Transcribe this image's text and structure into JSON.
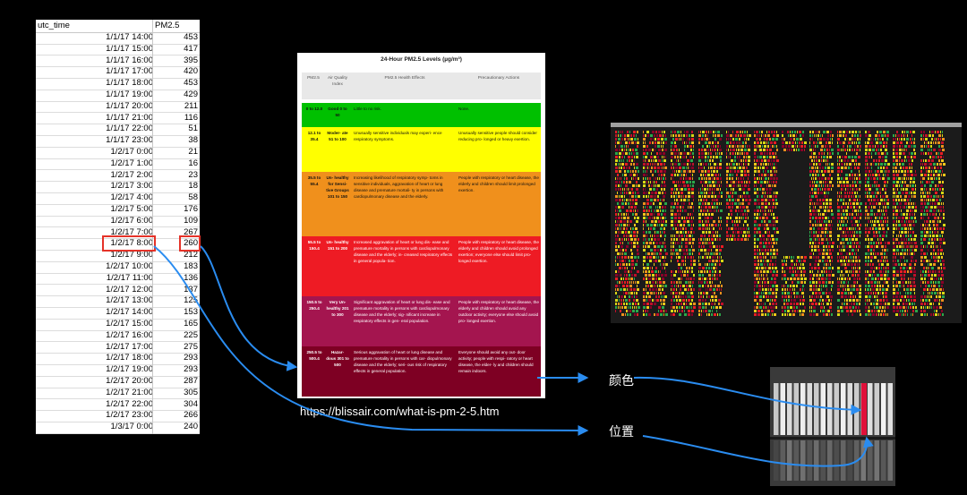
{
  "spreadsheet": {
    "headers": {
      "time": "utc_time",
      "value": "PM2.5"
    },
    "rows": [
      {
        "time": "1/1/17 14:00",
        "value": "453"
      },
      {
        "time": "1/1/17 15:00",
        "value": "417"
      },
      {
        "time": "1/1/17 16:00",
        "value": "395"
      },
      {
        "time": "1/1/17 17:00",
        "value": "420"
      },
      {
        "time": "1/1/17 18:00",
        "value": "453"
      },
      {
        "time": "1/1/17 19:00",
        "value": "429"
      },
      {
        "time": "1/1/17 20:00",
        "value": "211"
      },
      {
        "time": "1/1/17 21:00",
        "value": "116"
      },
      {
        "time": "1/1/17 22:00",
        "value": "51"
      },
      {
        "time": "1/1/17 23:00",
        "value": "38"
      },
      {
        "time": "1/2/17 0:00",
        "value": "21"
      },
      {
        "time": "1/2/17 1:00",
        "value": "16"
      },
      {
        "time": "1/2/17 2:00",
        "value": "23"
      },
      {
        "time": "1/2/17 3:00",
        "value": "18"
      },
      {
        "time": "1/2/17 4:00",
        "value": "58"
      },
      {
        "time": "1/2/17 5:00",
        "value": "176"
      },
      {
        "time": "1/2/17 6:00",
        "value": "109"
      },
      {
        "time": "1/2/17 7:00",
        "value": "267"
      },
      {
        "time": "1/2/17 8:00",
        "value": "260"
      },
      {
        "time": "1/2/17 9:00",
        "value": "212"
      },
      {
        "time": "1/2/17 10:00",
        "value": "183"
      },
      {
        "time": "1/2/17 11:00",
        "value": "136"
      },
      {
        "time": "1/2/17 12:00",
        "value": "137"
      },
      {
        "time": "1/2/17 13:00",
        "value": "125"
      },
      {
        "time": "1/2/17 14:00",
        "value": "153"
      },
      {
        "time": "1/2/17 15:00",
        "value": "165"
      },
      {
        "time": "1/2/17 16:00",
        "value": "225"
      },
      {
        "time": "1/2/17 17:00",
        "value": "275"
      },
      {
        "time": "1/2/17 18:00",
        "value": "293"
      },
      {
        "time": "1/2/17 19:00",
        "value": "293"
      },
      {
        "time": "1/2/17 20:00",
        "value": "287"
      },
      {
        "time": "1/2/17 21:00",
        "value": "305"
      },
      {
        "time": "1/2/17 22:00",
        "value": "304"
      },
      {
        "time": "1/2/17 23:00",
        "value": "266"
      },
      {
        "time": "1/3/17 0:00",
        "value": "240"
      }
    ],
    "highlighted_row": 18
  },
  "aqi_table": {
    "title": "24-Hour PM2.5 Levels (µg/m³)",
    "headers": [
      "PM2.5",
      "Air Quality Index",
      "PM2.5 Health Effects",
      "Precautionary Actions"
    ],
    "bands": [
      {
        "pm": "0 to 12.0",
        "aqi": "Good 0 to 50",
        "effects": "Little to no risk.",
        "actions": "None.",
        "color": "#00c000",
        "text_white": false
      },
      {
        "pm": "12.1 to 35.4",
        "aqi": "Moder- ate 51 to 100",
        "effects": "Unusually sensitive individuals may experi- ence respiratory symptoms.",
        "actions": "Unusually sensitive people should consider reducing pro- longed or heavy exertion.",
        "color": "#ffff00",
        "text_white": false
      },
      {
        "pm": "35.5 to 55.4",
        "aqi": "Un- healthy for Sensi- tive Groups 101 to 150",
        "effects": "Increasing likelihood of respiratory symp- toms in sensitive individuals, aggravation of heart or lung disease and premature mortali- ty in persons with cardiopulmonary disease and the elderly.",
        "actions": "People with respiratory or heart disease, the elderly and children should limit prolonged exertion.",
        "color": "#f0901c",
        "text_white": false
      },
      {
        "pm": "55.5 to 150.4",
        "aqi": "Un- healthy 151 to 200",
        "effects": "Increased aggravation of heart or lung dis- ease and premature mortality in persons with cardiopulmonary disease and the elderly; in- creased respiratory effects in general popula- tion.",
        "actions": "People with respiratory or heart disease, the elderly and children should avoid prolonged exertion; everyone else should limit pro- longed exertion.",
        "color": "#ee1b24",
        "text_white": true
      },
      {
        "pm": "150.5 to 250.4",
        "aqi": "Very Un- healthy 201 to 300",
        "effects": "Significant aggravation of heart or lung dis- ease and premature mortality in persons with cardiopulmonary disease and the elderly; sig- nificant increase in respiratory effects in gen- eral population.",
        "actions": "People with respiratory or heart disease, the elderly and children should avoid any outdoor activity; everyone else should avoid pro- longed exertion.",
        "color": "#a4154f",
        "text_white": true
      },
      {
        "pm": "250.5 to 500.4",
        "aqi": "Hazar- dous 301 to 500",
        "effects": "Serious aggravation of heart or lung disease and premature mortality in persons with car- diopulmonary disease and the elderly; seri- ous risk of respiratory effects in general population.",
        "actions": "Everyone should avoid any out- door activity; people with respi- ratory or heart disease, the elder- ly and children should remain indoors.",
        "color": "#7e0023",
        "text_white": true
      }
    ]
  },
  "source_url": "https://blissair.com/what-is-pm-2-5.htm",
  "labels": {
    "color": "颜色",
    "position": "位置"
  },
  "accent_colors": {
    "arrow": "#2a8cf0",
    "highlight": "#e53228"
  }
}
